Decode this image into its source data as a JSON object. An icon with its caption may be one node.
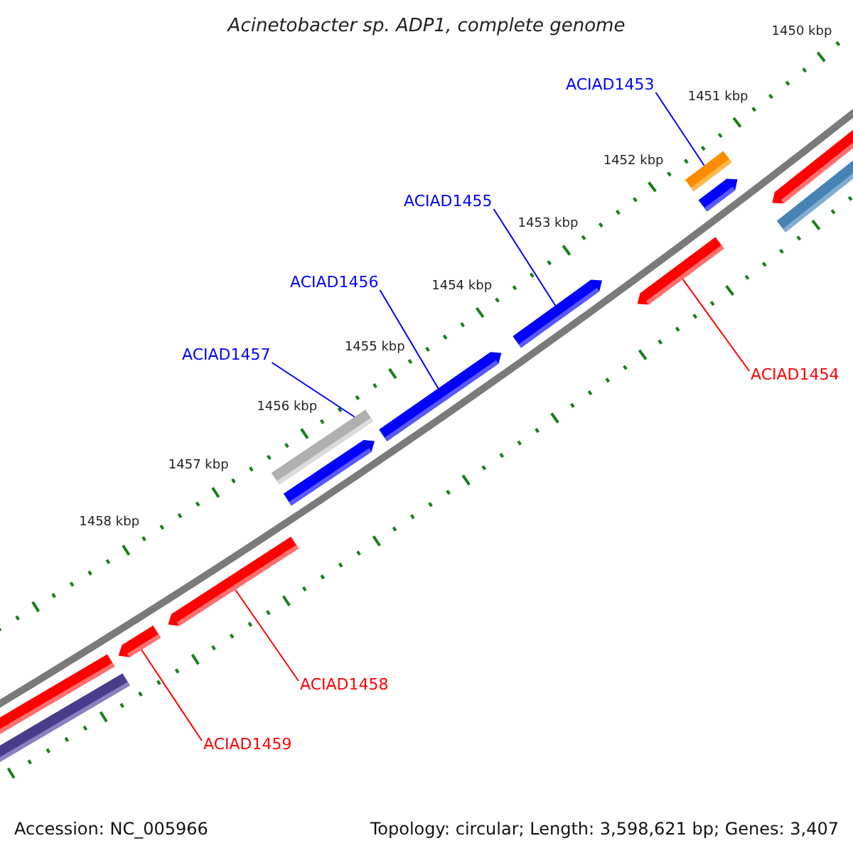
{
  "diagram": {
    "title": "Acinetobacter sp. ADP1, complete genome",
    "nodes": [
      {
        "text": [
          "ACIAD1453"
        ]
      },
      {
        "text": [
          "ACIAD1455"
        ]
      },
      {
        "text": [
          "ACIAD1456"
        ]
      },
      {
        "text": [
          "ACIAD1457"
        ]
      },
      {
        "text": [
          "ACIAD1454"
        ]
      },
      {
        "text": [
          "ACIAD1458"
        ]
      },
      {
        "text": [
          "ACIAD1459"
        ]
      },
      {
        "text": [],
        "shape": "bar"
      },
      {
        "text": [],
        "shape": "bar"
      },
      {
        "text": [],
        "shape": "bar"
      },
      {
        "text": [],
        "shape": "bar"
      },
      {
        "text": [],
        "shape": "bar"
      },
      {
        "text": [],
        "shape": "bar"
      },
      {
        "text": [],
        "shape": "bar"
      }
    ],
    "edges": [
      {
        "from": 0,
        "to": 7,
        "arrow": "none"
      },
      {
        "from": 1,
        "to": 9,
        "arrow": "none"
      },
      {
        "from": 2,
        "to": 10,
        "arrow": "none"
      },
      {
        "from": 3,
        "to": 11,
        "arrow": "none"
      },
      {
        "from": 4,
        "to": 8,
        "arrow": "none",
        "color": "#ff0000"
      },
      {
        "from": 5,
        "to": 12,
        "arrow": "none",
        "color": "#ff0000"
      },
      {
        "from": 6,
        "to": 13,
        "arrow": "none",
        "color": "#ff0000"
      }
    ],
    "labels": [
      "1450 kbp",
      "1451 kbp",
      "1452 kbp",
      "1453 kbp",
      "1454 kbp",
      "1455 kbp",
      "1456 kbp",
      "1457 kbp",
      "1458 kbp",
      "Accession: NC_005966",
      "Topology: circular; Length: 3,598,621 bp; Genes: 3,407"
    ]
  }
}
